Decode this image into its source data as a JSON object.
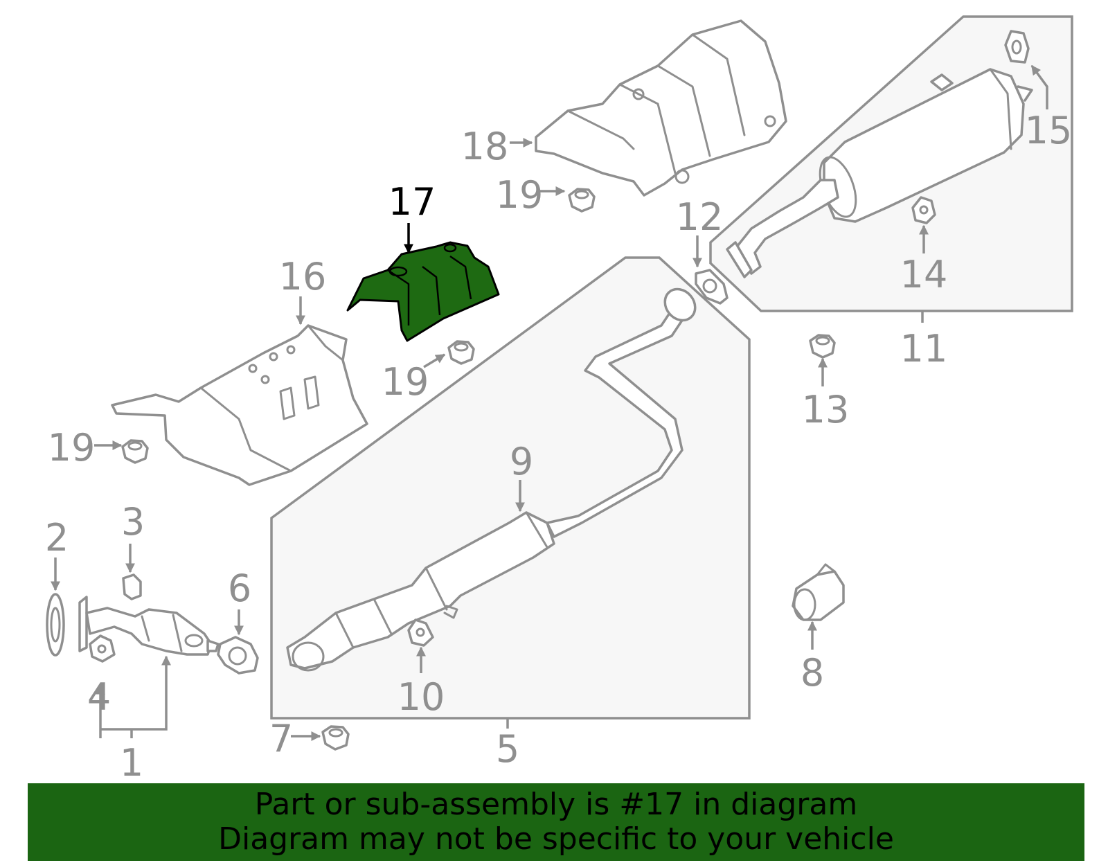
{
  "callouts": [
    "1",
    "2",
    "3",
    "4",
    "5",
    "6",
    "7",
    "8",
    "9",
    "10",
    "11",
    "12",
    "13",
    "14",
    "15",
    "16",
    "17",
    "18",
    "19"
  ],
  "highlighted_part": "17",
  "colors": {
    "highlight_fill": "#1e6a12",
    "banner_background": "#1b6512",
    "line_gray": "#8f8f8f",
    "panel_fill": "#f7f7f7"
  },
  "banner": {
    "line1": "Part or sub-assembly is #17 in diagram",
    "line2": "Diagram may not be specific to your vehicle"
  }
}
